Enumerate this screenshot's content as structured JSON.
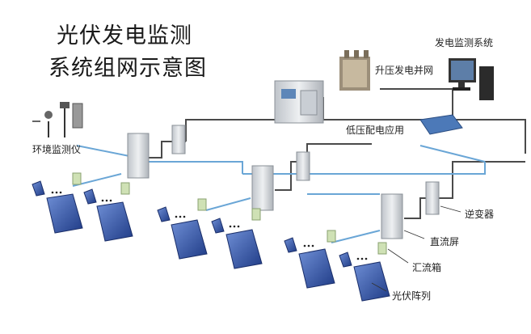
{
  "title": {
    "line1": "光伏发电监测",
    "line2": "系统组网示意图"
  },
  "labels": {
    "boost_grid": "升压发电并网",
    "monitor_system": "发电监测系统",
    "low_voltage": "低压配电应用",
    "env_monitor": "环境监测仪",
    "inverter": "逆变器",
    "dc_cabinet": "直流屏",
    "combiner_box": "汇流箱",
    "pv_array": "光伏阵列"
  },
  "colors": {
    "dark_line": "#4a4a4a",
    "comm_line": "#6aa6d6",
    "panel": "#2f4f9e",
    "cabinet": "#d9dde2"
  }
}
